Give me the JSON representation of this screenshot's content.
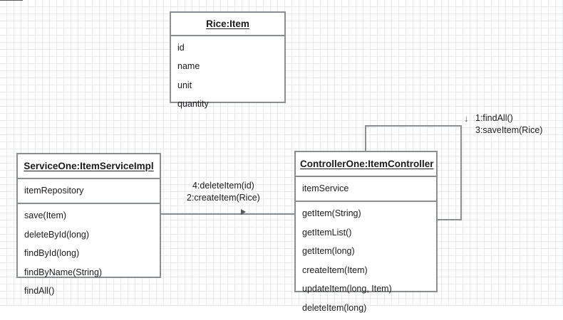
{
  "diagram": {
    "type": "uml-collaboration-diagram",
    "classes": [
      {
        "id": "rice-item",
        "title": "Rice:Item",
        "attributes": [
          "id",
          "name",
          "unit",
          "quantity"
        ],
        "operations": []
      },
      {
        "id": "service-one",
        "title": "ServiceOne:ItemServiceImpl",
        "attributes": [
          "itemRepository"
        ],
        "operations": [
          "save(Item)",
          "deleteById(long)",
          "findById(long)",
          "findByName(String)",
          "findAll()"
        ]
      },
      {
        "id": "controller-one",
        "title": "ControllerOne:ItemController",
        "attributes": [
          "itemService"
        ],
        "operations": [
          "getItem(String)",
          "getItemList()",
          "getItem(long)",
          "createItem(Item)",
          "updateItem(long, Item)",
          "deleteItem(long)"
        ]
      }
    ],
    "messages": {
      "service_to_controller": {
        "line1": "4:deleteItem(id)",
        "line2": "2:createItem(Rice)"
      },
      "controller_self": {
        "arrow_glyph": "↓",
        "line1": "1:findAll()",
        "line2": "3:saveItem(Rice)"
      }
    },
    "colors": {
      "box_border": "#8a8e93",
      "grid_line": "#e9ecef",
      "text": "#1b1b1b",
      "connector": "#8a8e93",
      "background": "#ffffff"
    }
  }
}
